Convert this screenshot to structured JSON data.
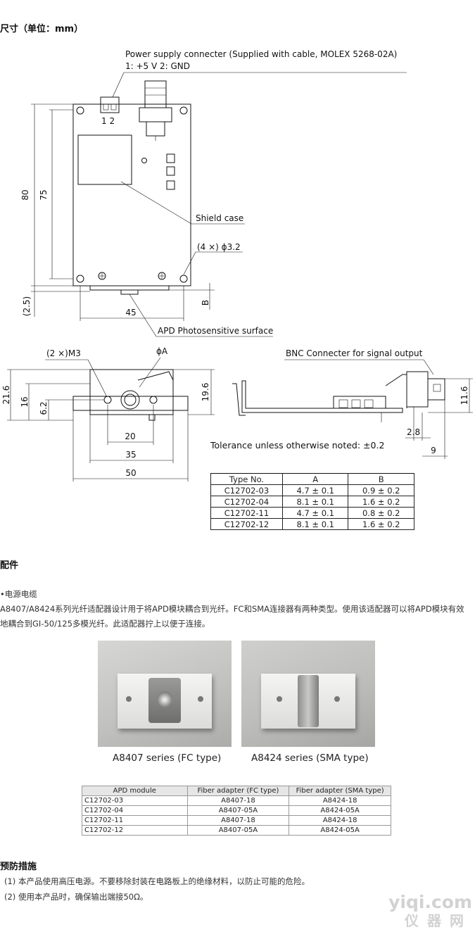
{
  "sections": {
    "dimensions_title": "尺寸（单位：mm）",
    "accessories_title": "配件",
    "precautions_title": "预防措施"
  },
  "drawing": {
    "power_label_line1": "Power supply connecter (Supplied with cable, MOLEX 5268-02A)",
    "power_label_line2": "1: +5 V   2: GND",
    "pin_label": "1 2",
    "shield_case": "Shield case",
    "holes": "(4 ×) ϕ3.2",
    "dim_80": "80",
    "dim_75": "75",
    "dim_2_5": "(2.5)",
    "dim_45": "45",
    "dim_b": "B",
    "apd_surface": "APD Photosensitive surface",
    "m3_label": "(2 ×)M3",
    "phi_a": "ϕA",
    "bnc_label": "BNC Connecter for signal output",
    "dim_21_6": "21.6",
    "dim_16": "16",
    "dim_6_2": "6.2",
    "dim_19_6": "19.6",
    "dim_20": "20",
    "dim_35": "35",
    "dim_50": "50",
    "dim_11_6": "11.6",
    "dim_2_8": "2.8",
    "dim_9": "9",
    "tolerance": "Tolerance unless otherwise noted: ±0.2"
  },
  "type_table": {
    "headers": [
      "Type No.",
      "A",
      "B"
    ],
    "rows": [
      [
        "C12702-03",
        "4.7 ± 0.1",
        "0.9 ± 0.2"
      ],
      [
        "C12702-04",
        "8.1 ± 0.1",
        "1.6 ± 0.2"
      ],
      [
        "C12702-11",
        "4.7 ± 0.1",
        "0.8 ± 0.2"
      ],
      [
        "C12702-12",
        "8.1 ± 0.1",
        "1.6 ± 0.2"
      ]
    ]
  },
  "accessories": {
    "item": "•电源电缆",
    "description": "A8407/A8424系列光纤适配器设计用于将APD模块耦合到光纤。FC和SMA连接器有两种类型。使用该适配器可以将APD模块有效地耦合到GI-50/125多模光纤。此适配器拧上以便于连接。",
    "photo_captions": [
      "A8407 series (FC type)",
      "A8424 series (SMA type)"
    ]
  },
  "adapter_table": {
    "headers": [
      "APD module",
      "Fiber adapter (FC type)",
      "Fiber adapter (SMA type)"
    ],
    "rows": [
      [
        "C12702-03",
        "A8407-18",
        "A8424-18"
      ],
      [
        "C12702-04",
        "A8407-05A",
        "A8424-05A"
      ],
      [
        "C12702-11",
        "A8407-18",
        "A8424-18"
      ],
      [
        "C12702-12",
        "A8407-05A",
        "A8424-05A"
      ]
    ]
  },
  "precautions": [
    "(1)   本产品使用高压电源。不要移除封装在电路板上的绝缘材料，以防止可能的危险。",
    "(2)   使用本产品时，确保输出端接50Ω。"
  ],
  "watermark": {
    "line1": "yiqi.com",
    "line2": "仪器网"
  }
}
